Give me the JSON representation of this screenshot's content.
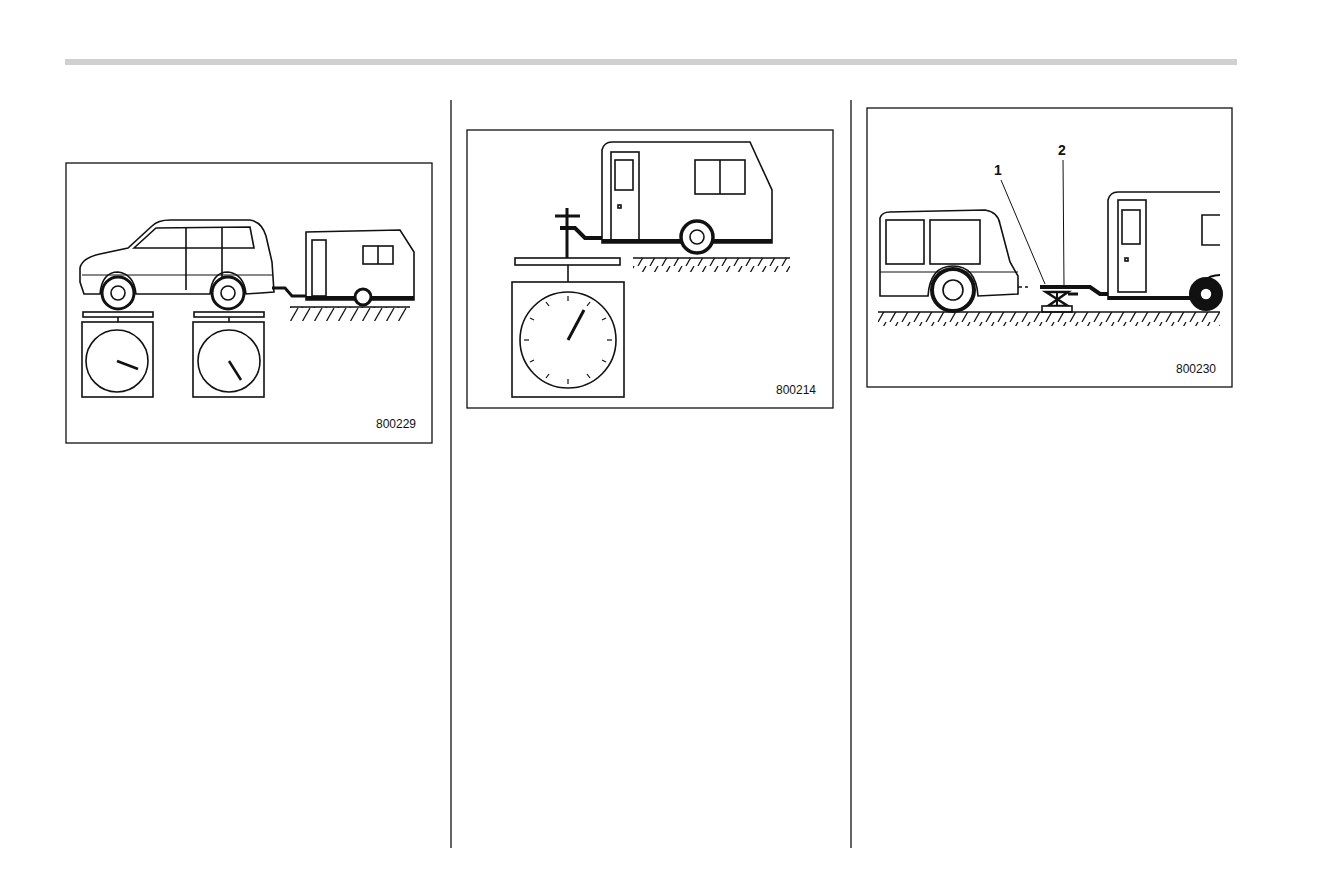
{
  "diagram": {
    "labels": [
      "800229",
      "800214",
      "1",
      "2",
      "800230"
    ]
  }
}
